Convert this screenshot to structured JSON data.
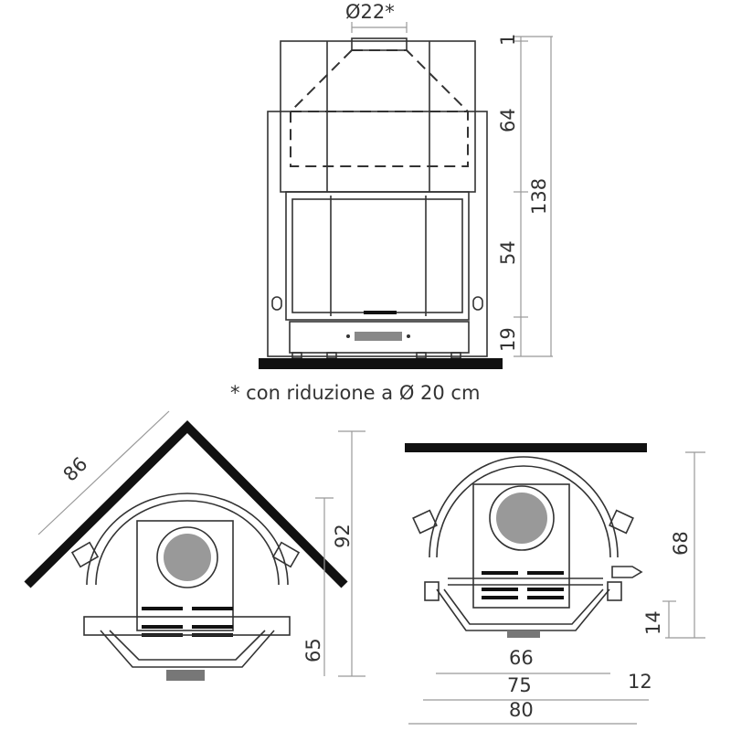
{
  "front_view": {
    "flue_label": "Ø22*",
    "dims": {
      "d1": "1",
      "d64": "64",
      "d138": "138",
      "d54": "54",
      "d19": "19"
    },
    "footnote": "* con riduzione a Ø 20 cm"
  },
  "corner_view": {
    "dims": {
      "d86": "86",
      "d92": "92",
      "d65": "65"
    }
  },
  "wall_view": {
    "dims": {
      "d68": "68",
      "d14": "14",
      "d66": "66",
      "d75": "75",
      "d12": "12",
      "d80": "80"
    }
  }
}
